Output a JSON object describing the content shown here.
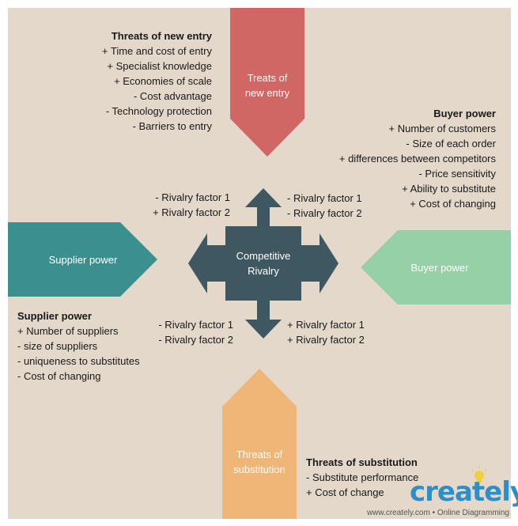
{
  "colors": {
    "background": "#e3d8ca",
    "new_entry": "#d16765",
    "supplier": "#3b908f",
    "buyer": "#96d0a6",
    "substitution": "#f0b678",
    "center": "#3f5761"
  },
  "center": {
    "line1": "Competitive",
    "line2": "Rivalry"
  },
  "shapes": {
    "new_entry": {
      "line1": "Treats of",
      "line2": "new entry"
    },
    "supplier": {
      "label": "Supplier power"
    },
    "buyer": {
      "label": "Buyer power"
    },
    "substitution": {
      "line1": "Threats of",
      "line2": "substitution"
    }
  },
  "blocks": {
    "new_entry": {
      "title": "Threats of new entry",
      "items": [
        "+ Time and cost of entry",
        "+ Specialist knowledge",
        "+ Economies of scale",
        "- Cost advantage",
        "- Technology protection",
        "- Barriers to entry"
      ]
    },
    "buyer": {
      "title": "Buyer power",
      "items": [
        "+ Number of customers",
        "- Size of each order",
        "+ differences between competitors",
        "- Price sensitivity",
        "+ Ability to substitute",
        "+ Cost of changing"
      ]
    },
    "supplier": {
      "title": "Supplier power",
      "items": [
        "+ Number of suppliers",
        "- size of suppliers",
        "- uniqueness to substitutes",
        "- Cost of changing"
      ]
    },
    "substitution": {
      "title": "Threats of substitution",
      "items": [
        "- Substitute performance",
        "+ Cost of change"
      ]
    }
  },
  "rivalry": {
    "top_left": [
      "- Rivalry factor 1",
      "+ Rivalry factor 2"
    ],
    "top_right": [
      "- Rivalry factor 1",
      "- Rivalry factor 2"
    ],
    "bottom_left": [
      "- Rivalry factor 1",
      "- Rivalry factor 2"
    ],
    "bottom_right": [
      "+ Rivalry factor 1",
      "+ Rivalry factor 2"
    ]
  },
  "branding": {
    "logo_text": "creately",
    "footer": "www.creately.com • Online Diagramming"
  }
}
